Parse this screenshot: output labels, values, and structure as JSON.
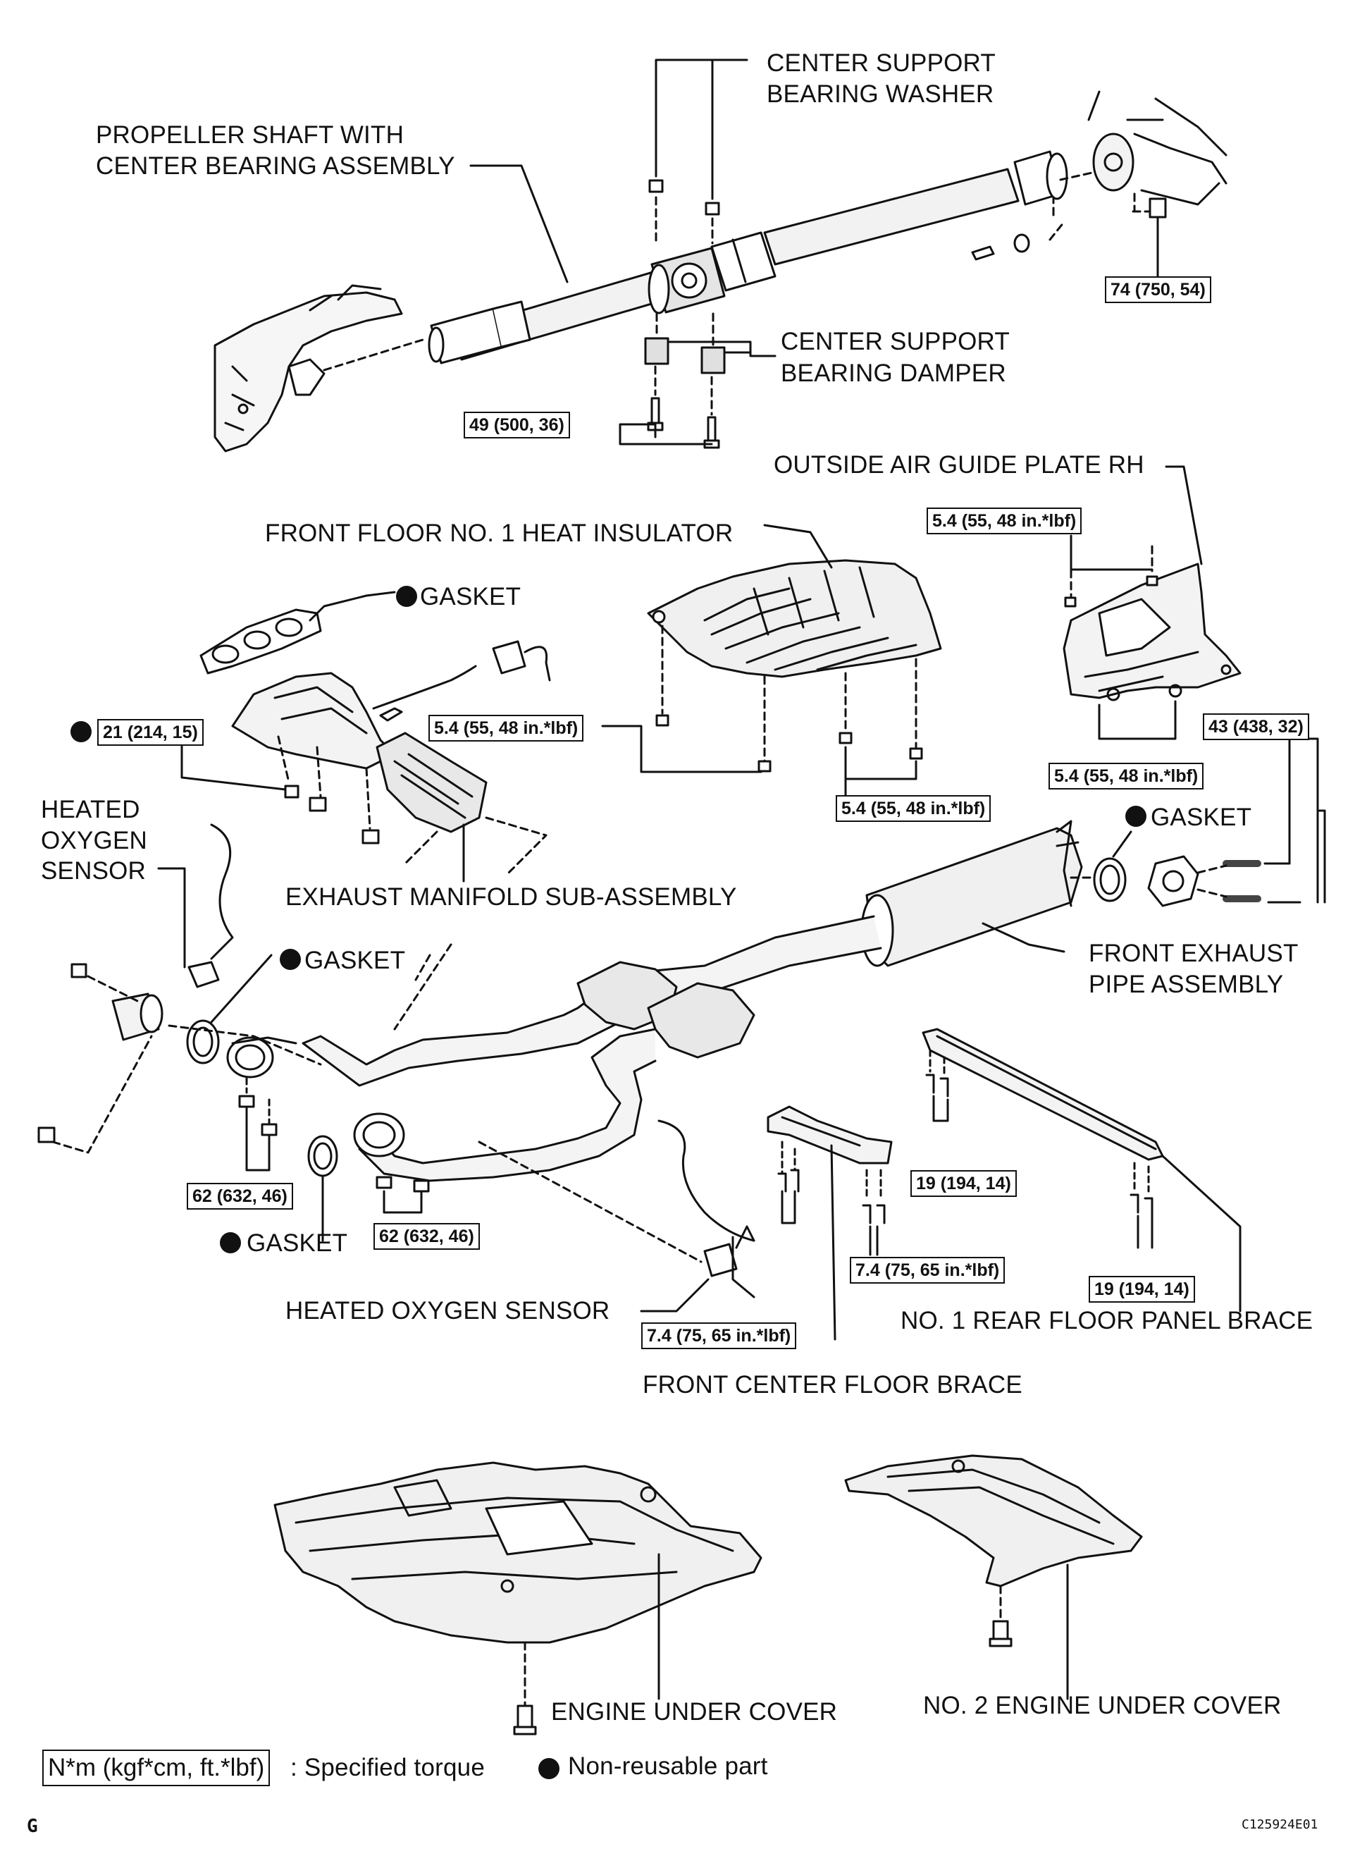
{
  "labels": {
    "center_support_bearing_washer": [
      "CENTER SUPPORT",
      "BEARING WASHER"
    ],
    "propeller_shaft": [
      "PROPELLER SHAFT WITH",
      "CENTER BEARING ASSEMBLY"
    ],
    "center_support_bearing_damper": [
      "CENTER SUPPORT",
      "BEARING DAMPER"
    ],
    "outside_air_guide_plate": "OUTSIDE AIR GUIDE PLATE RH",
    "front_floor_heat_insulator": "FRONT FLOOR NO. 1 HEAT INSULATOR",
    "gasket": "GASKET",
    "heated_oxygen_sensor_left": [
      "HEATED",
      "OXYGEN",
      "SENSOR"
    ],
    "exhaust_manifold": "EXHAUST MANIFOLD SUB-ASSEMBLY",
    "front_exhaust_pipe": [
      "FRONT EXHAUST",
      "PIPE ASSEMBLY"
    ],
    "heated_oxygen_sensor_bottom": "HEATED OXYGEN SENSOR",
    "front_center_floor_brace": "FRONT CENTER FLOOR BRACE",
    "rear_floor_panel_brace": "NO. 1 REAR FLOOR PANEL BRACE",
    "engine_under_cover": "ENGINE UNDER COVER",
    "no2_engine_under_cover": "NO. 2 ENGINE UNDER COVER"
  },
  "torques": {
    "t_74": "74 (750, 54)",
    "t_49": "49 (500, 36)",
    "t_5_4_guide_top": "5.4 (55, 48 in.*lbf)",
    "t_5_4_guide_bottom": "5.4 (55, 48 in.*lbf)",
    "t_5_4_insulator_left": "5.4 (55, 48 in.*lbf)",
    "t_5_4_insulator_right": "5.4 (55, 48 in.*lbf)",
    "t_21": "21 (214, 15)",
    "t_43": "43 (438, 32)",
    "t_62_left": "62 (632, 46)",
    "t_62_right": "62 (632, 46)",
    "t_19_top": "19 (194, 14)",
    "t_19_bottom": "19 (194, 14)",
    "t_7_4_brace": "7.4 (75, 65 in.*lbf)",
    "t_7_4_sensor": "7.4 (75, 65 in.*lbf)"
  },
  "legend": {
    "torque_box": "N*m (kgf*cm, ft.*lbf)",
    "torque_desc": ": Specified torque",
    "nonreusable": "Non-reusable part"
  },
  "footer": {
    "page_letter": "G",
    "figure_id": "C125924E01"
  }
}
